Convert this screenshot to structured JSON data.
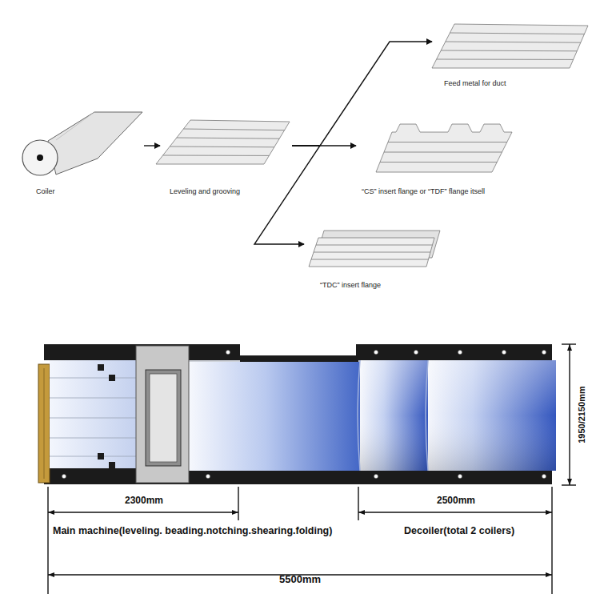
{
  "diagram": {
    "nodes": [
      {
        "text": [
          "Coiler"
        ]
      },
      {
        "text": [
          "Leveling and grooving"
        ]
      },
      {
        "text": [
          "Feed metal for duct"
        ]
      },
      {
        "text": [
          "“CS” insert flange or “TDF” flange itsell"
        ]
      },
      {
        "text": [
          "“TDC” insert flange"
        ]
      }
    ],
    "edges": [
      {
        "from": 0,
        "to": 1,
        "arrow": "to"
      },
      {
        "from": 1,
        "to": 2,
        "arrow": "to"
      },
      {
        "from": 1,
        "to": 3,
        "arrow": "to"
      },
      {
        "from": 1,
        "to": 4,
        "arrow": "to"
      }
    ],
    "labels": [
      "2300mm",
      "2500mm",
      "1950/2150mm",
      "Main machine(leveling. beading.notching.shearing.folding)",
      "Decoiler(total 2 coilers)",
      "5500mm"
    ]
  }
}
